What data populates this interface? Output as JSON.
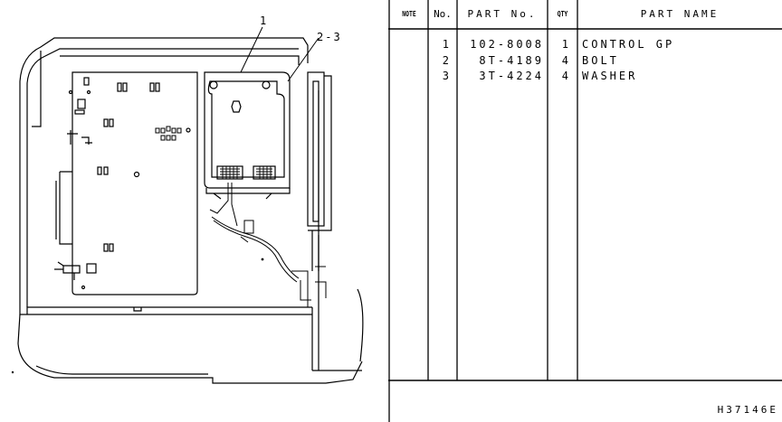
{
  "drawing": {
    "callouts": [
      "1",
      "2-3"
    ]
  },
  "table": {
    "headers": {
      "note": "NOTE",
      "no": "No.",
      "part_no": "PART  No.",
      "qty": "QTY",
      "part_name": "PART  NAME"
    },
    "rows": [
      {
        "no": "1",
        "part_no": "102-8008",
        "qty": "1",
        "part_name": "CONTROL GP"
      },
      {
        "no": "2",
        "part_no": "8T-4189",
        "qty": "4",
        "part_name": "BOLT"
      },
      {
        "no": "3",
        "part_no": "3T-4224",
        "qty": "4",
        "part_name": "WASHER"
      }
    ],
    "reference": "H37146E"
  }
}
